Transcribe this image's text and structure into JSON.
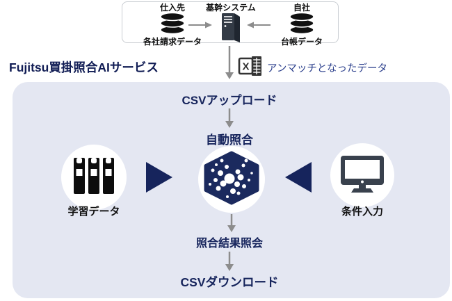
{
  "top_diagram": {
    "supplier": {
      "title": "仕入先",
      "caption": "各社請求データ"
    },
    "core_system": {
      "title": "基幹システム"
    },
    "own_company": {
      "title": "自社",
      "caption": "台帳データ"
    }
  },
  "unmatched": {
    "label": "アンマッチとなったデータ"
  },
  "service": {
    "title": "Fujitsu買掛照合AIサービス",
    "steps": {
      "upload": "CSVアップロード",
      "auto_match": "自動照合",
      "learning_data": "学習データ",
      "condition_input": "条件入力",
      "result_inquiry": "照合結果照会",
      "download": "CSVダウンロード"
    }
  },
  "icons": {
    "database": "stacked-disc-cylinder",
    "server": "tower-server",
    "excel": "excel-file-outline",
    "books": "three-binders",
    "ai_core": "hexagon-with-dot-cluster",
    "monitor": "desktop-display",
    "arrow": "gray-arrow",
    "triangle": "navy-triangle"
  },
  "colors": {
    "navy": "#16245C",
    "panel_bg": "#E4E7F2",
    "arrow_gray": "#8C8C8C",
    "unmatched_text": "#2B3F8C",
    "icon_dark": "#39414D",
    "box_border": "#C9CDD2"
  }
}
